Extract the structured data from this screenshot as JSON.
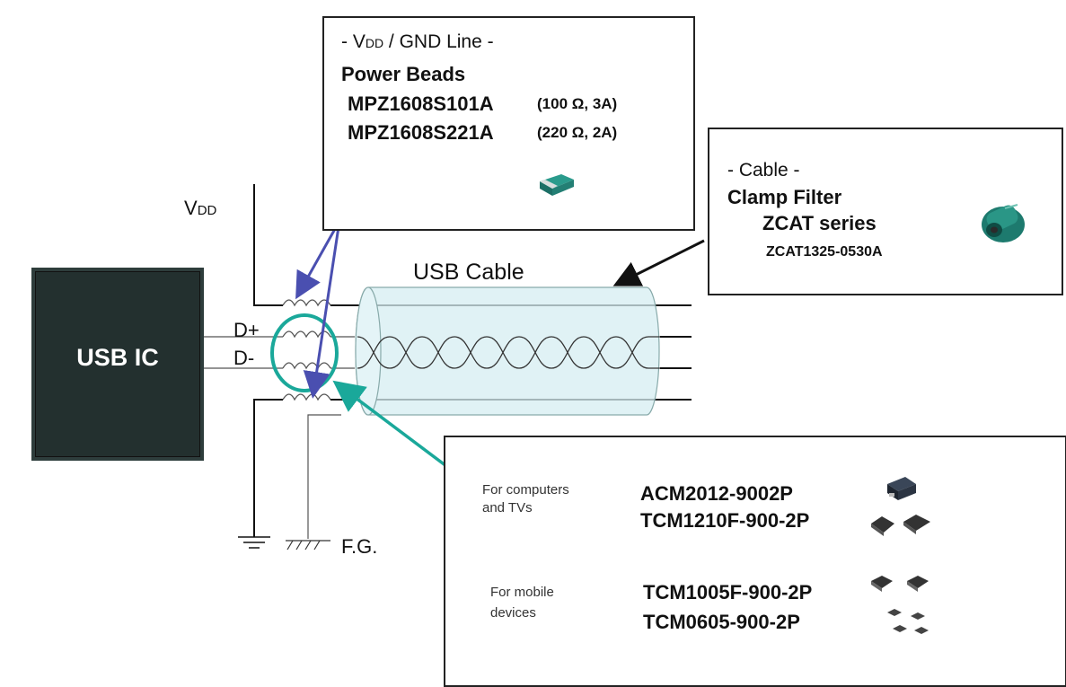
{
  "ic": {
    "label": "USB IC"
  },
  "signals": {
    "vdd_main": "V",
    "vdd_sub": "DD",
    "dplus": "D+",
    "dminus": "D-",
    "fg": "F.G."
  },
  "cable": {
    "label": "USB Cable"
  },
  "power_box": {
    "heading_pre": "- V",
    "heading_sub": "DD",
    "heading_post": " / GND Line -",
    "title": "Power Beads",
    "parts": [
      {
        "name": "MPZ1608S101A",
        "spec": "(100 Ω, 3A)"
      },
      {
        "name": "MPZ1608S221A",
        "spec": "(220 Ω, 2A)"
      }
    ]
  },
  "cable_box": {
    "heading": "- Cable -",
    "title": "Clamp Filter",
    "series": "ZCAT series",
    "part": "ZCAT1325-0530A"
  },
  "cm_box": {
    "groups": [
      {
        "label_line1": "For computers",
        "label_line2": "and TVs",
        "part1": "ACM2012-9002P",
        "part2": "TCM1210F-900-2P"
      },
      {
        "label_line1": "For mobile",
        "label_line2": "devices",
        "part1": "TCM1005F-900-2P",
        "part2": "TCM0605-900-2P"
      }
    ]
  },
  "colors": {
    "arrow_blue": "#4a4fb0",
    "arrow_teal": "#1aa89a",
    "cable_fill": "#d6eef2",
    "ic_fill": "#23302f"
  }
}
